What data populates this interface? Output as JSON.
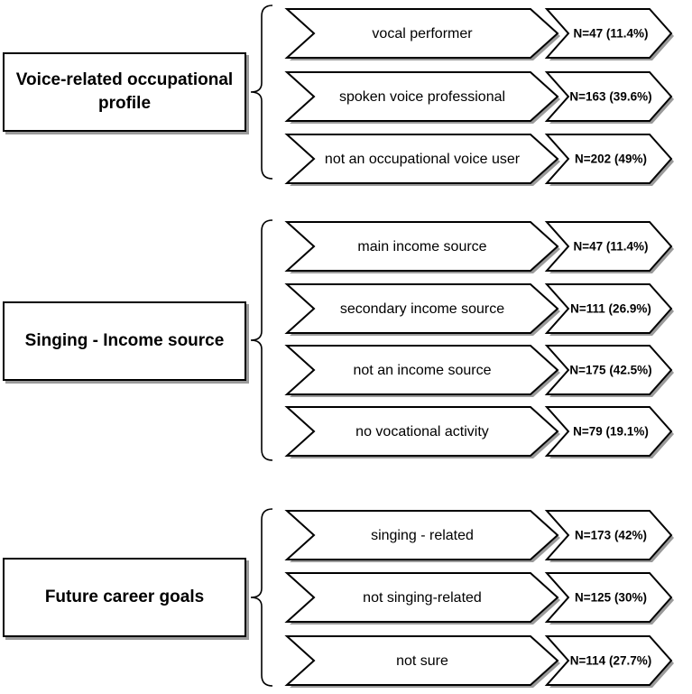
{
  "groups": [
    {
      "title": "Voice-related occupational profile",
      "items": [
        {
          "label": "vocal performer",
          "count": "N=47 (11.4%)"
        },
        {
          "label": "spoken voice professional",
          "count": "N=163 (39.6%)"
        },
        {
          "label": "not an occupational voice user",
          "count": "N=202 (49%)"
        }
      ]
    },
    {
      "title": "Singing - Income source",
      "items": [
        {
          "label": "main income source",
          "count": "N=47 (11.4%)"
        },
        {
          "label": "secondary income source",
          "count": "N=111 (26.9%)"
        },
        {
          "label": "not an income source",
          "count": "N=175 (42.5%)"
        },
        {
          "label": "no vocational activity",
          "count": "N=79 (19.1%)"
        }
      ]
    },
    {
      "title": "Future career goals",
      "items": [
        {
          "label": "singing - related",
          "count": "N=173 (42%)"
        },
        {
          "label": "not singing-related",
          "count": "N=125 (30%)"
        },
        {
          "label": "not sure",
          "count": "N=114 (27.7%)"
        }
      ]
    }
  ],
  "colors": {
    "stroke": "#000000",
    "shadow": "#9a9a9a",
    "fill": "#ffffff"
  }
}
